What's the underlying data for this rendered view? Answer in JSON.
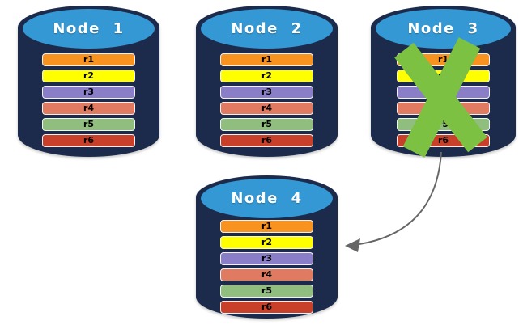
{
  "colors": {
    "cylinder_body": "#1C2B4C",
    "cylinder_top": "#3398D4",
    "failure_x": "#7DC142",
    "arrow": "#666666"
  },
  "icons": {
    "failure_x": "green-x-cross",
    "arrow": "curved-arrow-to-node4"
  },
  "nodes": [
    {
      "title": "Node 1",
      "rows": [
        {
          "label": "r1",
          "color": "#F7931E"
        },
        {
          "label": "r2",
          "color": "#FFFF00"
        },
        {
          "label": "r3",
          "color": "#8B7EC8"
        },
        {
          "label": "r4",
          "color": "#E07B61"
        },
        {
          "label": "r5",
          "color": "#8FBE7F"
        },
        {
          "label": "r6",
          "color": "#C8402A"
        }
      ]
    },
    {
      "title": "Node 2",
      "rows": [
        {
          "label": "r1",
          "color": "#F7931E"
        },
        {
          "label": "r2",
          "color": "#FFFF00"
        },
        {
          "label": "r3",
          "color": "#8B7EC8"
        },
        {
          "label": "r4",
          "color": "#E07B61"
        },
        {
          "label": "r5",
          "color": "#8FBE7F"
        },
        {
          "label": "r6",
          "color": "#C8402A"
        }
      ]
    },
    {
      "title": "Node 3",
      "failed": true,
      "rows": [
        {
          "label": "r1",
          "color": "#F7931E"
        },
        {
          "label": "r2",
          "color": "#FFFF00"
        },
        {
          "label": "r3",
          "color": "#8B7EC8"
        },
        {
          "label": "r4",
          "color": "#E07B61"
        },
        {
          "label": "r5",
          "color": "#8FBE7F"
        },
        {
          "label": "r6",
          "color": "#C8402A"
        }
      ]
    },
    {
      "title": "Node 4",
      "rows": [
        {
          "label": "r1",
          "color": "#F7931E"
        },
        {
          "label": "r2",
          "color": "#FFFF00"
        },
        {
          "label": "r3",
          "color": "#8B7EC8"
        },
        {
          "label": "r4",
          "color": "#E07B61"
        },
        {
          "label": "r5",
          "color": "#8FBE7F"
        },
        {
          "label": "r6",
          "color": "#C8402A"
        }
      ]
    }
  ]
}
